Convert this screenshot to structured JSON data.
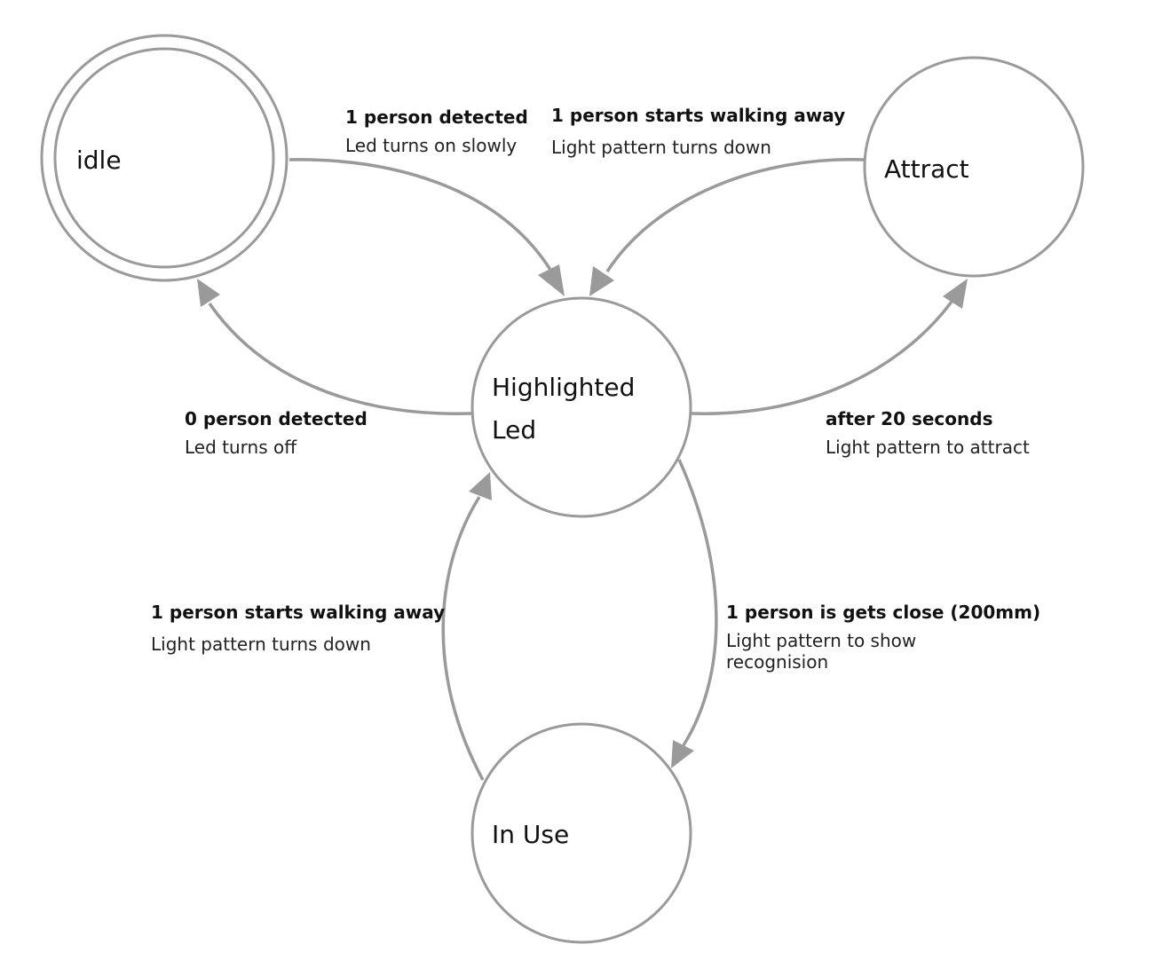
{
  "states": {
    "idle": {
      "label": "idle"
    },
    "attract": {
      "label": "Attract"
    },
    "highlighted": {
      "label_line1": "Highlighted",
      "label_line2": "Led"
    },
    "in_use": {
      "label": "In Use"
    }
  },
  "transitions": {
    "idle_to_highlighted": {
      "event": "1 person detected",
      "action": "Led turns on slowly"
    },
    "attract_to_highlighted": {
      "event": "1 person starts walking away",
      "action": "Light pattern turns down"
    },
    "highlighted_to_idle": {
      "event": "0 person detected",
      "action": "Led turns off"
    },
    "highlighted_to_attract": {
      "event": "after 20 seconds",
      "action": "Light pattern to attract"
    },
    "in_use_to_highlighted": {
      "event": "1 person starts walking away",
      "action": "Light pattern turns down"
    },
    "highlighted_to_in_use": {
      "event": "1 person is gets close (200mm)",
      "action_line1": "Light pattern to show",
      "action_line2": "recognision"
    }
  },
  "colors": {
    "stroke": "#9a9a9a",
    "text": "#111111"
  }
}
